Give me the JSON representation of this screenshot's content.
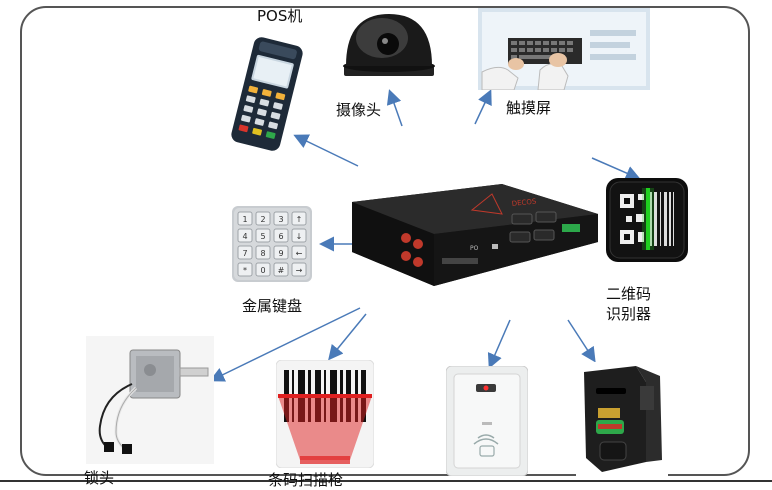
{
  "labels": {
    "pos": "POS机",
    "camera": "摄像头",
    "touchscreen": "触摸屏",
    "qr_reader_line1": "二维码",
    "qr_reader_line2": "识别器",
    "keypad": "金属键盘",
    "lock": "锁头",
    "barcode_scanner": "条码扫描枪"
  },
  "controller": {
    "brand_text": "DECOS",
    "port_label": "PO",
    "body_color": "#1c1c1c",
    "accent_color": "#c0392b"
  },
  "keypad_keys": [
    "1",
    "2",
    "3",
    "↑",
    "4",
    "5",
    "6",
    "↓",
    "7",
    "8",
    "9",
    "←",
    "*",
    "0",
    "#",
    "→"
  ],
  "colors": {
    "arrow": "#4a7ab8",
    "frame": "#555555",
    "qr_glow": "#1fd11f",
    "scanner_red": "#e02020"
  }
}
